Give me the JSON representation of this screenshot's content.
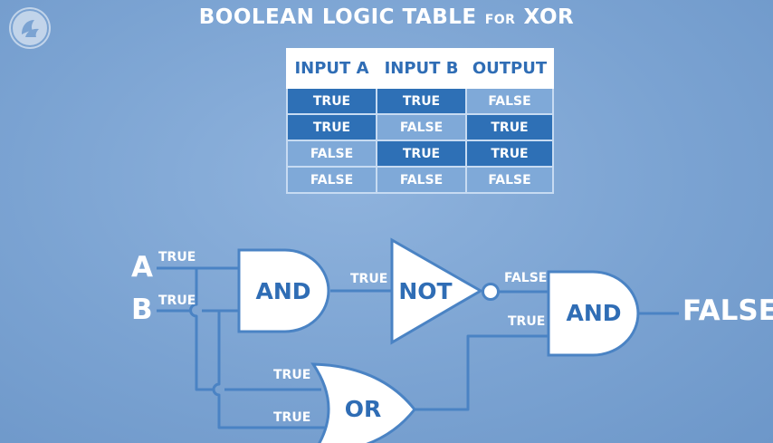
{
  "header": {
    "title_main": "BOOLEAN LOGIC TABLE",
    "title_for": "FOR",
    "title_operator": "XOR"
  },
  "truth_table": {
    "columns": [
      "INPUT A",
      "INPUT B",
      "OUTPUT"
    ],
    "rows": [
      [
        "TRUE",
        "TRUE",
        "FALSE"
      ],
      [
        "TRUE",
        "FALSE",
        "TRUE"
      ],
      [
        "FALSE",
        "TRUE",
        "TRUE"
      ],
      [
        "FALSE",
        "FALSE",
        "FALSE"
      ]
    ]
  },
  "circuit": {
    "inputs": {
      "a_label": "A",
      "b_label": "B",
      "a_value": "TRUE",
      "b_value": "TRUE"
    },
    "gates": {
      "and1": "AND",
      "not": "NOT",
      "and2": "AND",
      "or": "OR"
    },
    "wires": {
      "and1_to_not": "TRUE",
      "not_out": "FALSE",
      "or_out": "TRUE",
      "or_in_top": "TRUE",
      "or_in_bottom": "TRUE"
    },
    "output": "FALSE"
  },
  "colors": {
    "background": "#7ba3d2",
    "gate_stroke": "#4a83c4",
    "gate_fill": "#ffffff",
    "cell_true": "#2e70b6",
    "cell_false": "#7fa9d8",
    "text_blue": "#2f6db5"
  },
  "icons": {
    "logo": "pbs-logo-icon"
  }
}
